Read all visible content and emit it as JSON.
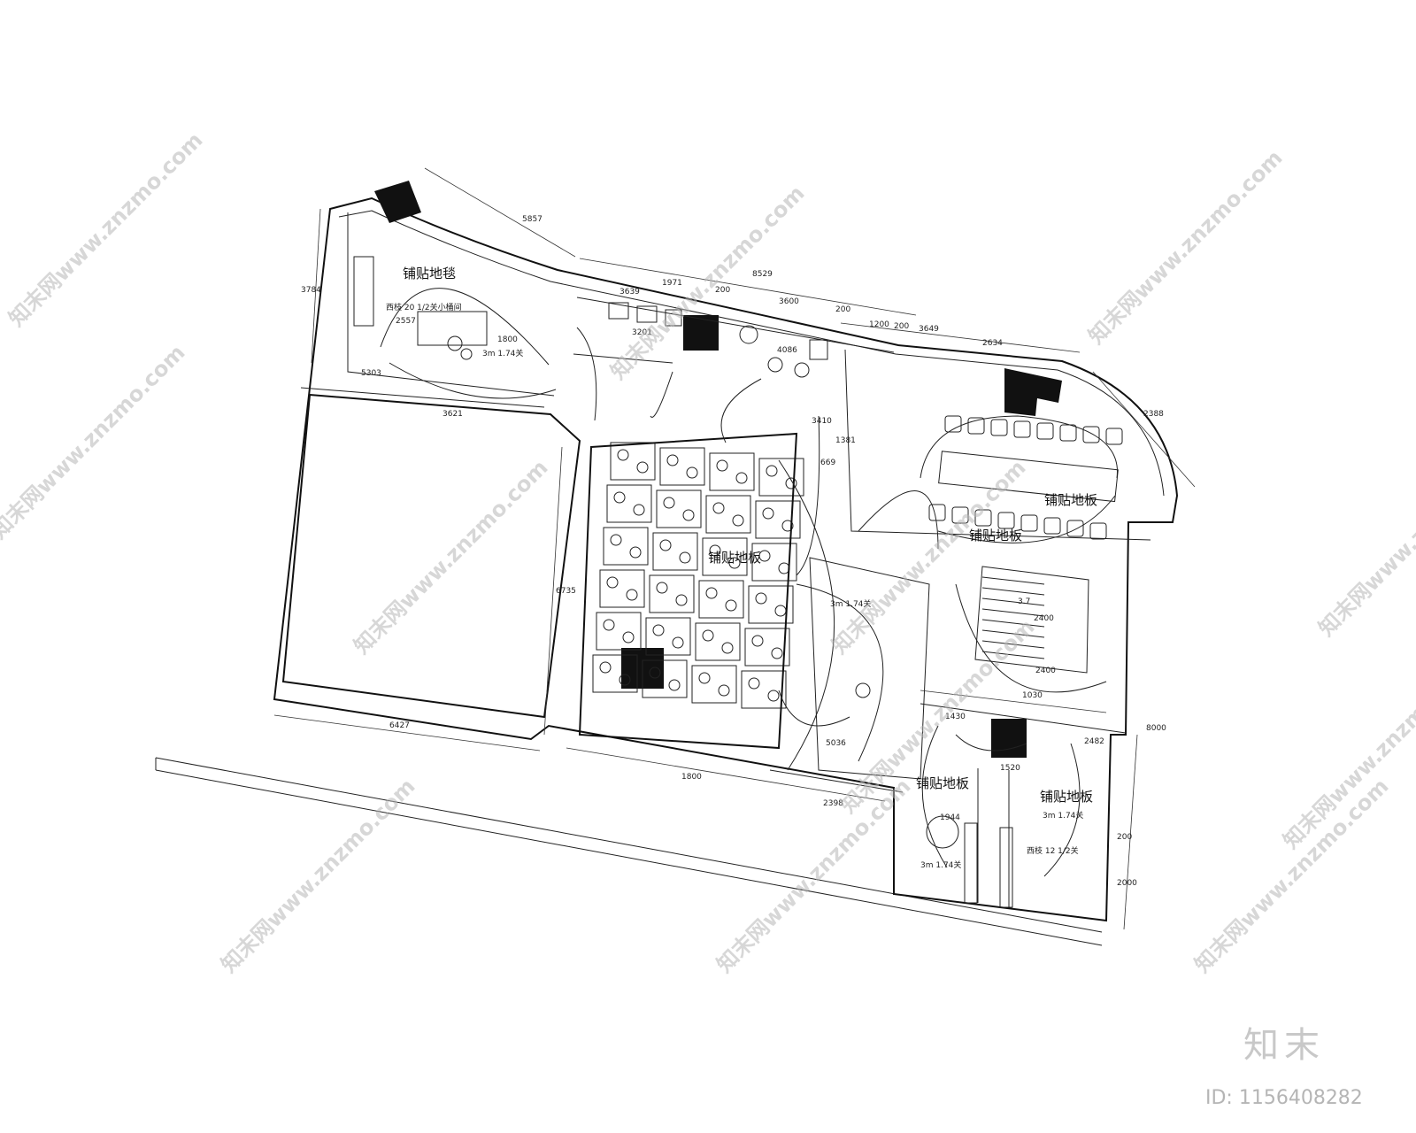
{
  "plan": {
    "room_labels": [
      "铺贴地毯",
      "铺贴地板",
      "铺贴地板",
      "铺贴地板",
      "铺贴地板",
      "铺贴地板"
    ],
    "dimensions": [
      "5857",
      "3784",
      "8529",
      "3639",
      "1971",
      "200",
      "3600",
      "200",
      "1200",
      "200",
      "3649",
      "2634",
      "3201",
      "4086",
      "2388",
      "2557",
      "1800",
      "5303",
      "3621",
      "3410",
      "1381",
      "669",
      "6735",
      "6427",
      "1800",
      "2398",
      "5036",
      "1030",
      "2400",
      "2400",
      "8000",
      "2482",
      "1430",
      "1944",
      "1520",
      "200",
      "2000"
    ],
    "fixture_notes": [
      "西枝  20  1/2关小桶间",
      "西枝  12  1/2关",
      "3m 1.74关",
      "3m 1.74关",
      "3m 1.74关",
      "3m 1.74关",
      "3.7"
    ]
  },
  "watermark": {
    "text": "知末网www.znzmo.com"
  },
  "brand": {
    "name": "知末",
    "id_label": "ID: 1156408282"
  }
}
